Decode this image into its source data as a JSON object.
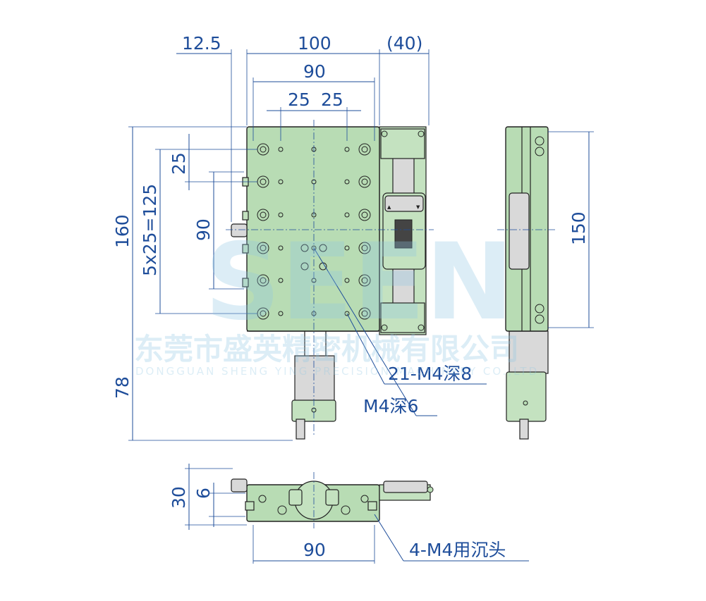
{
  "dimensions": {
    "top_view": {
      "offset": "12.5",
      "width": "100",
      "extra": "(40)",
      "hole_span": "90",
      "pitch_left": "25",
      "pitch_right": "25",
      "height": "160",
      "row_pitch": "5x25=125",
      "pitch_v": "25",
      "span_v": "90",
      "extension": "78"
    },
    "side_view": {
      "height": "150"
    },
    "front_view": {
      "height": "30",
      "inner": "6",
      "width": "90"
    }
  },
  "callouts": {
    "taps": "21-M4深8",
    "center_tap": "M4深6",
    "counterbore": "4-M4用沉头"
  },
  "watermark": {
    "logo": "SEEN",
    "company_cn": "东莞市盛英精密机械有限公司",
    "company_en": "DONGGUAN SHENG YING PRECISION MACHINERY CO.,LTD."
  },
  "colors": {
    "plate": "#b8dcb4",
    "dimension": "#1e4d9a",
    "outline": "#222222"
  }
}
